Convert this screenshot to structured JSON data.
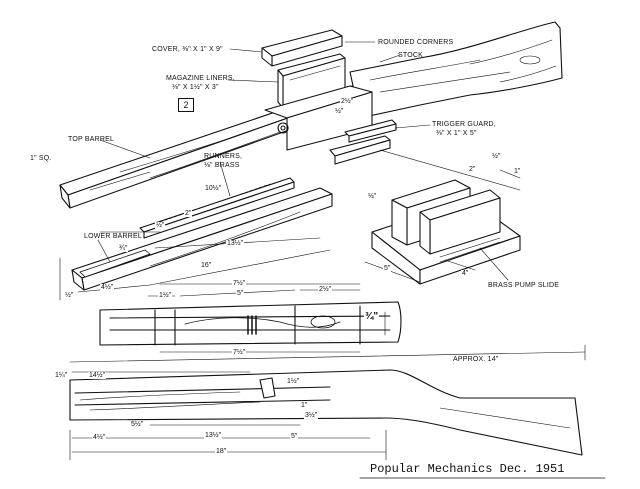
{
  "credit": "Popular Mechanics Dec. 1951",
  "figure_number": "2",
  "labels": {
    "cover": "COVER, ⅜\" X 1\" X 9\"",
    "rounded_corners": "ROUNDED CORNERS",
    "stock": "STOCK",
    "magazine_liners_1": "MAGAZINE LINERS,",
    "magazine_liners_2": "⅛\" X 1½\" X 3\"",
    "trigger_guard_1": "TRIGGER GUARD,",
    "trigger_guard_2": "⅜\" X 1\" X 5\"",
    "top_barrel": "TOP BARREL",
    "one_sq": "1\" SQ.",
    "runners_1": "RUNNERS,",
    "runners_2": "⅛\" BRASS",
    "lower_barrel": "LOWER BARREL",
    "brass_pump_slide": "BRASS PUMP SLIDE",
    "approx_14": "APPROX. 14\""
  },
  "dimensions": {
    "d_1_2_top": "½\"",
    "d_2_top": "2½\"",
    "d_10_5": "10½\"",
    "d_2_runner": "2\"",
    "d_1_2_runner": "½\"",
    "d_13_lower": "13½\"",
    "d_16_lower": "16\"",
    "d_4_lower": "4½\"",
    "d_3_4_lower": "¾\"",
    "d_1_2_lower": "½\"",
    "d_1_2_slide_top": "½\"",
    "d_2_slide": "2\"",
    "d_1_slide": "1\"",
    "d_1_2_slide_side": "½\"",
    "d_5_slide": "5\"",
    "d_4_slide": "4\"",
    "d_7_5_mid_top": "7½\"",
    "d_1_5_mid": "1½\"",
    "d_5_mid": "5\"",
    "d_2_5_mid": "2½\"",
    "d_3_4_mid": "¾\"",
    "d_7_5_mid_bot": "7½\"",
    "d_1_4_bot": "1¼\"",
    "d_14_5_bot": "14½\"",
    "d_1_5_bot": "1½\"",
    "d_1_bot": "1\"",
    "d_3_5_bot": "3½\"",
    "d_5_5_bot": "5½\"",
    "d_13_5_bot": "13½\"",
    "d_5_bot": "5\"",
    "d_4_5_bot": "4½\"",
    "d_18_bot": "18\""
  }
}
